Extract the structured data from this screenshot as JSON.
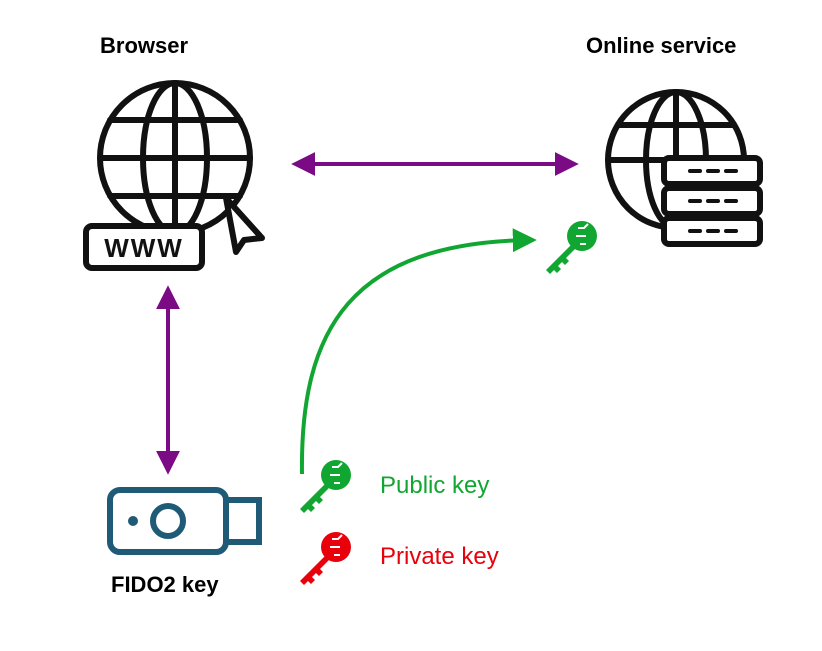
{
  "nodes": {
    "browser": {
      "label": "Browser",
      "icon": "globe-www-cursor-icon"
    },
    "online_service": {
      "label": "Online service",
      "icon": "globe-server-icon"
    },
    "fido2_key": {
      "label": "FIDO2 key",
      "icon": "usb-security-key-icon"
    }
  },
  "legend": {
    "public_key": {
      "label": "Public key",
      "color": "#11a631",
      "icon": "key-icon"
    },
    "private_key": {
      "label": "Private key",
      "color": "#e8000b",
      "icon": "key-icon"
    }
  },
  "browser_icon_text": "WWW",
  "colors": {
    "link": "#7b0a85",
    "icon": "#111111",
    "usb": "#1f5a76"
  }
}
